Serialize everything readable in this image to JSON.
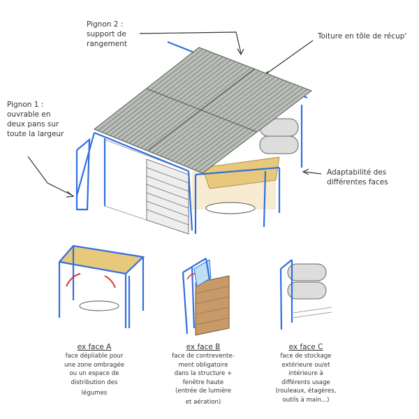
{
  "labels": {
    "pignon2": [
      "Pignon 2 :",
      "support de",
      "rangement"
    ],
    "toiture": [
      "Toiture  en tôle de récup'"
    ],
    "pignon1": [
      "Pignon 1 :",
      "ouvrable en",
      "deux pans sur",
      "toute la largeur"
    ],
    "adaptabilite": [
      "Adaptabilité des",
      "différentes faces"
    ]
  },
  "captions": [
    {
      "title": "ex face A",
      "lines": [
        "face dépliable pour",
        "une zone ombragée",
        "ou un espace de",
        "distribution des",
        "légumes"
      ]
    },
    {
      "title": "ex face B",
      "lines": [
        "face de contrevente-",
        "ment obligatoire",
        "dans la structure +",
        "fenêtre haute",
        "(entrée de lumière",
        "et aération)"
      ]
    },
    {
      "title": "ex face C",
      "lines": [
        "face de stockage",
        "extérieure ou/et",
        "intérieure à",
        "différents usage",
        "(rouleaux, étagères,",
        "outils à main...)"
      ]
    }
  ],
  "colors": {
    "frame": "#2f6fe0",
    "roof": "#b9beb8",
    "canvas": "#e8c87a",
    "wood": "#c89a6a",
    "text": "#333333"
  }
}
